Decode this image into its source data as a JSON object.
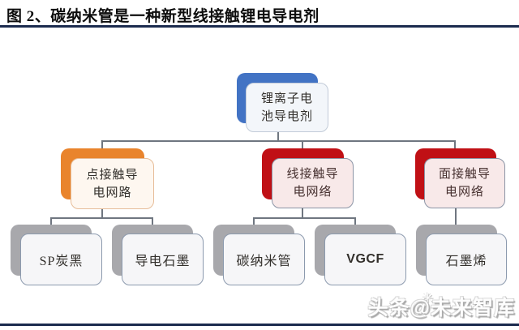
{
  "figure": {
    "title": "图 2、碳纳米管是一种新型线接触锂电导电剂",
    "rule_color": "#1b2b4e",
    "connector_color": "#6f7680"
  },
  "tree": {
    "root": {
      "line1": "锂离子电",
      "line2": "池导电剂",
      "accent_color": "#4273c4"
    },
    "branches": [
      {
        "line1": "点接触导",
        "line2": "电网路",
        "accent_color": "#e9842c"
      },
      {
        "line1": "线接触导",
        "line2": "电网络",
        "accent_color": "#c01015"
      },
      {
        "line1": "面接触导",
        "line2": "电网络",
        "accent_color": "#c01015"
      }
    ],
    "leaves": [
      {
        "label": "SP炭黑",
        "accent_color": "#a8a8ac"
      },
      {
        "label": "导电石墨",
        "accent_color": "#a8a8ac"
      },
      {
        "label": "碳纳米管",
        "accent_color": "#a8a8ac"
      },
      {
        "label": "VGCF",
        "accent_color": "#a8a8ac"
      },
      {
        "label": "石墨烯",
        "accent_color": "#a8a8ac"
      }
    ]
  },
  "watermark": {
    "text": "头条@未来智库",
    "sparkle_icon": "✳"
  }
}
